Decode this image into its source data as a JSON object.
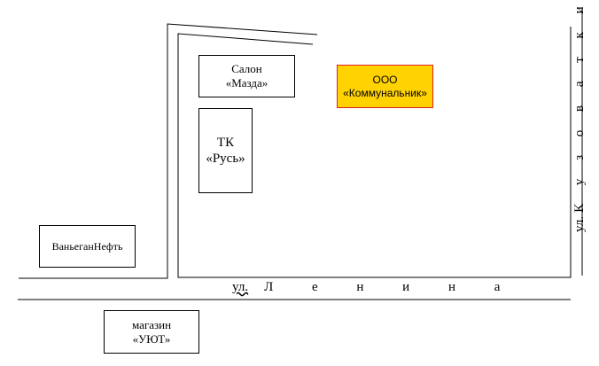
{
  "buildings": {
    "mazda": {
      "line1": "Салон",
      "line2": "«Мазда»"
    },
    "kommunalnik": {
      "line1": "ООО",
      "line2": "«Коммунальник»",
      "fill": "#ffd200",
      "border": "#e02020"
    },
    "rus": {
      "line1": "ТК",
      "line2": "«Русь»"
    },
    "vanyeganneft": {
      "label": "ВаньеганНефть"
    },
    "uyut": {
      "line1": "магазин",
      "line2": "«УЮТ»"
    }
  },
  "streets": {
    "lenina": {
      "prefix": "ул.",
      "name": "Л е н и н а"
    },
    "kuzovatkina": {
      "prefix": "ул.",
      "name": "К у з о в а т к и н а"
    }
  }
}
